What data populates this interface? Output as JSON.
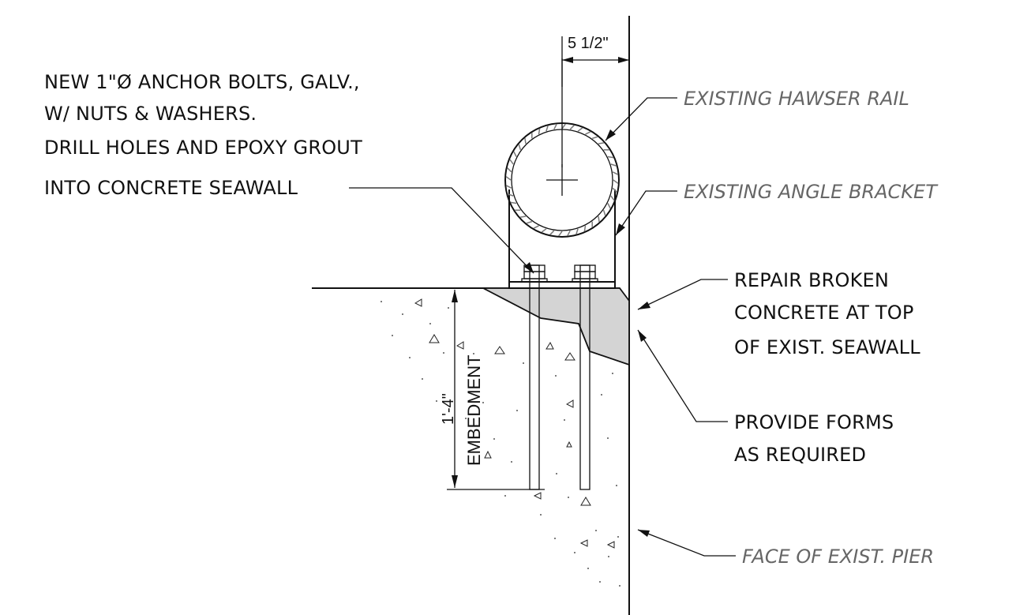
{
  "drawing": {
    "dimension_width": "5 1/2\"",
    "dimension_depth": "1'-4\"",
    "embedment_label": "EMBEDMENT"
  },
  "callouts": {
    "anchor_bolts": {
      "lines": [
        "NEW 1\"Ø ANCHOR BOLTS, GALV.,",
        "W/ NUTS & WASHERS.",
        "DRILL HOLES AND EPOXY GROUT",
        "INTO CONCRETE SEAWALL"
      ]
    },
    "hawser_rail": {
      "text": "EXISTING HAWSER RAIL"
    },
    "angle_bracket": {
      "text": "EXISTING ANGLE BRACKET"
    },
    "repair_concrete": {
      "lines": [
        "REPAIR BROKEN",
        "CONCRETE AT TOP",
        "OF EXIST. SEAWALL"
      ]
    },
    "provide_forms": {
      "lines": [
        "PROVIDE FORMS",
        "AS REQUIRED"
      ]
    },
    "face_of_pier": {
      "text": "FACE OF EXIST. PIER"
    }
  },
  "colors": {
    "line": "#111111",
    "existing_text": "#666666",
    "repair_fill": "#d4d4d4"
  }
}
